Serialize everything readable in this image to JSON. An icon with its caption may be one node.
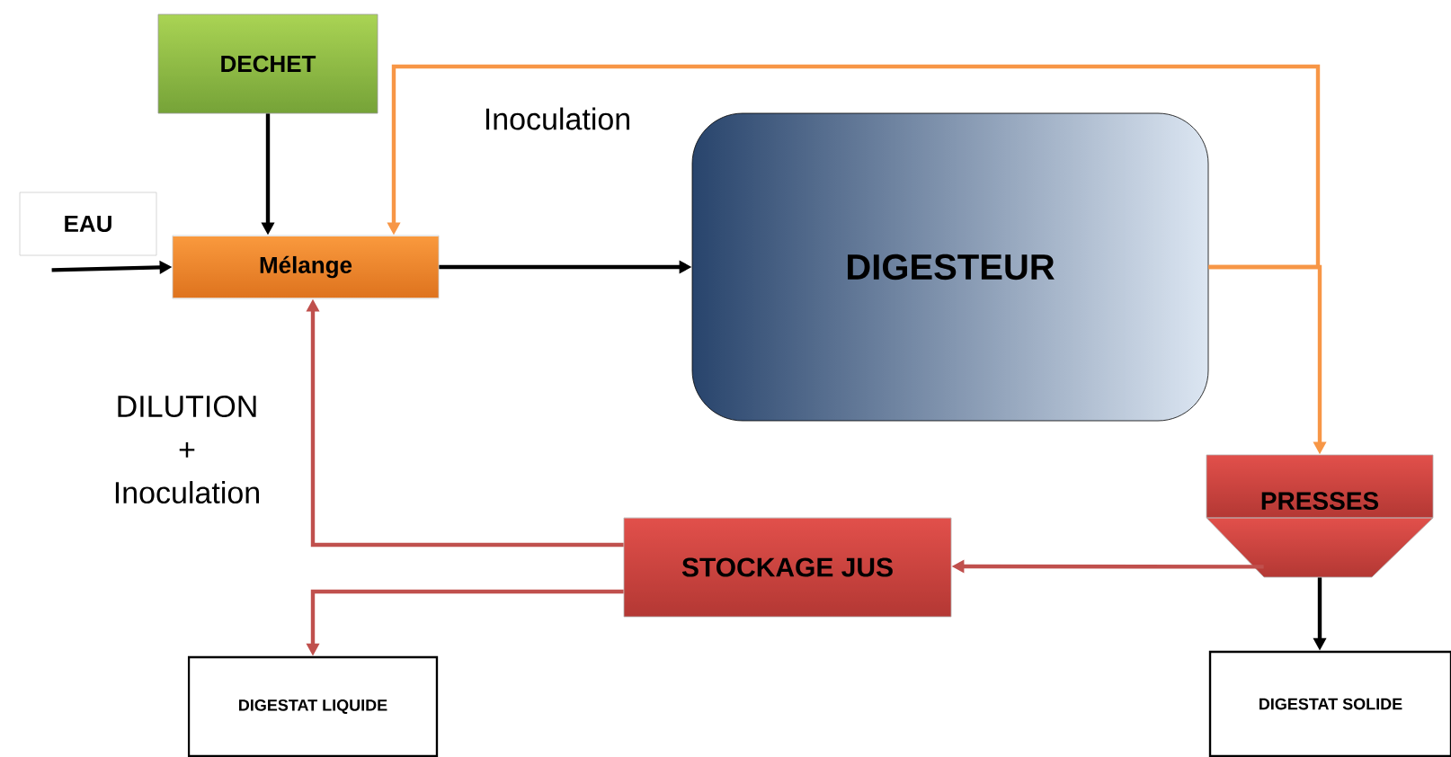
{
  "diagram": {
    "nodes": [
      {
        "text": [
          "DECHET"
        ]
      },
      {
        "text": [
          "EAU"
        ]
      },
      {
        "text": [
          "Mélange"
        ]
      },
      {
        "text": [
          "DIGESTEUR"
        ]
      },
      {
        "text": [
          "PRESSES"
        ]
      },
      {
        "text": [
          "STOCKAGE JUS"
        ]
      },
      {
        "text": [
          "DIGESTAT LIQUIDE"
        ]
      },
      {
        "text": [
          "DIGESTAT SOLIDE"
        ]
      }
    ],
    "edges": [
      {
        "from": 1,
        "to": 2,
        "arrow": "to"
      },
      {
        "from": 0,
        "to": 2,
        "arrow": "to"
      },
      {
        "from": 2,
        "to": 3,
        "arrow": "to"
      },
      {
        "from": 3,
        "to": 2,
        "arrow": "to",
        "label": "Inoculation",
        "color": "#f79646"
      },
      {
        "from": 3,
        "to": 4,
        "arrow": "to",
        "color": "#f79646"
      },
      {
        "from": 4,
        "to": 5,
        "arrow": "to",
        "color": "#c0504d"
      },
      {
        "from": 5,
        "to": 2,
        "arrow": "to",
        "label": "DILUTION + Inoculation",
        "color": "#c0504d"
      },
      {
        "from": 5,
        "to": 6,
        "arrow": "to",
        "color": "#c0504d"
      },
      {
        "from": 4,
        "to": 7,
        "arrow": "to"
      }
    ]
  }
}
